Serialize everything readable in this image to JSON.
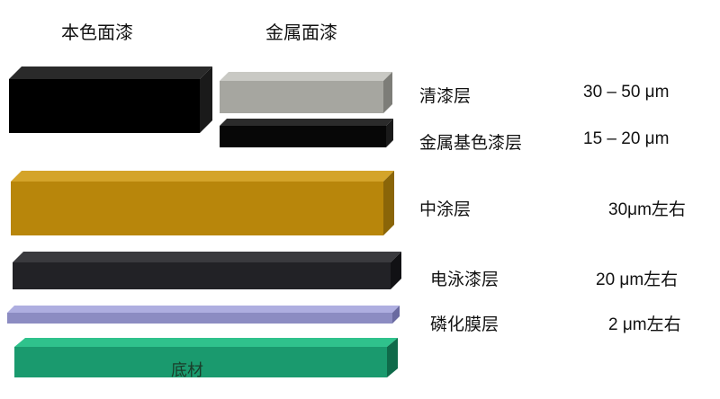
{
  "headers": {
    "solid": "本色面漆",
    "metallic": "金属面漆"
  },
  "layers": [
    {
      "name": "清漆层",
      "thickness": "30 – 50 μm",
      "color": "#a6a6a0"
    },
    {
      "name": "金属基色漆层",
      "thickness": "15 – 20 μm",
      "color": "#070707"
    },
    {
      "name": "中涂层",
      "thickness": "30μm左右",
      "color": "#b8860b"
    },
    {
      "name": "电泳漆层",
      "thickness": "20 μm左右",
      "color": "#222226"
    },
    {
      "name": "磷化膜层",
      "thickness": "2 μm左右",
      "color": "#8c8cc2"
    }
  ],
  "substrate": {
    "name": "底材",
    "color": "#1a9a6e"
  },
  "solid_topcoat_color": "#000000"
}
